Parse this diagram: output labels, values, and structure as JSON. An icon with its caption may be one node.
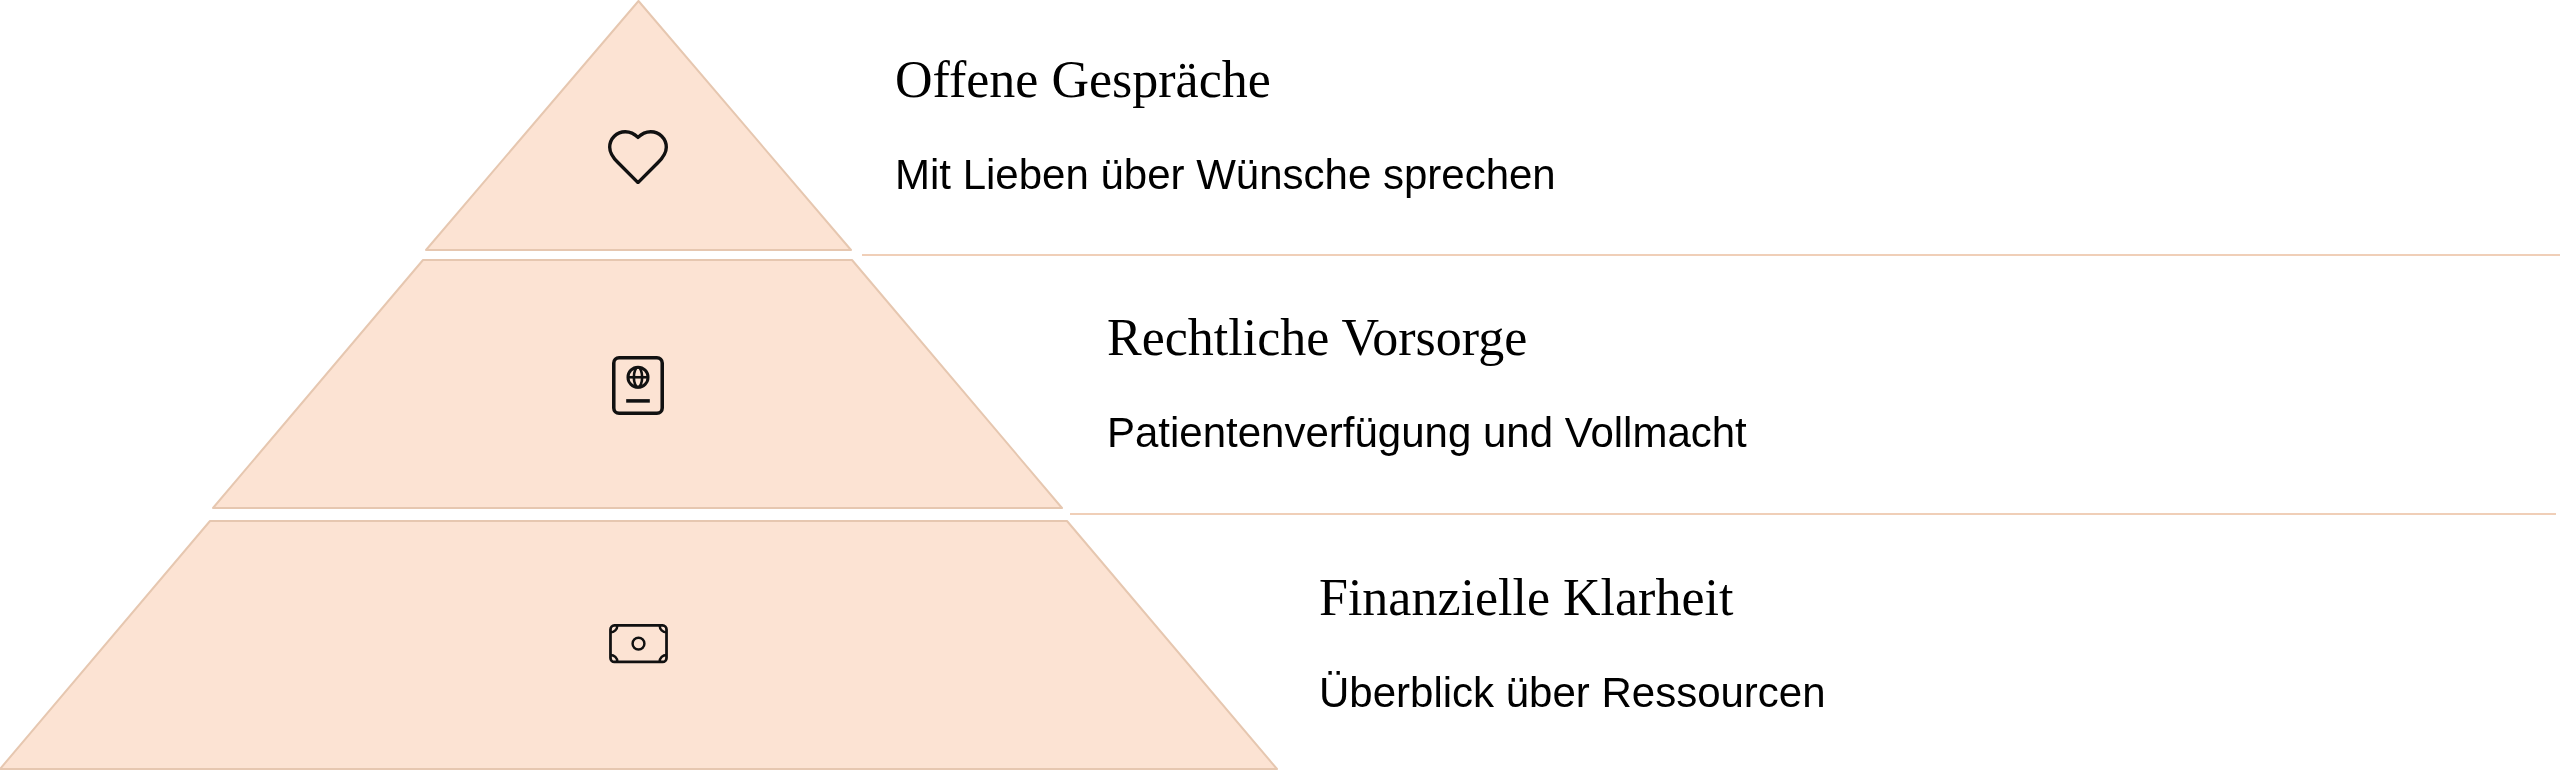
{
  "diagram": {
    "nodes": [
      {
        "text": [],
        "shape": "triangle",
        "beside": [
          "Offene Gespräche",
          "Mit Lieben über Wünsche sprechen"
        ]
      },
      {
        "text": [],
        "shape": "trapezoid",
        "beside": [
          "Rechtliche Vorsorge",
          "Patientenverfügung und Vollmacht"
        ]
      },
      {
        "text": [],
        "shape": "trapezoid",
        "beside": [
          "Finanzielle Klarheit",
          "Überblick über Ressourcen"
        ]
      }
    ]
  }
}
